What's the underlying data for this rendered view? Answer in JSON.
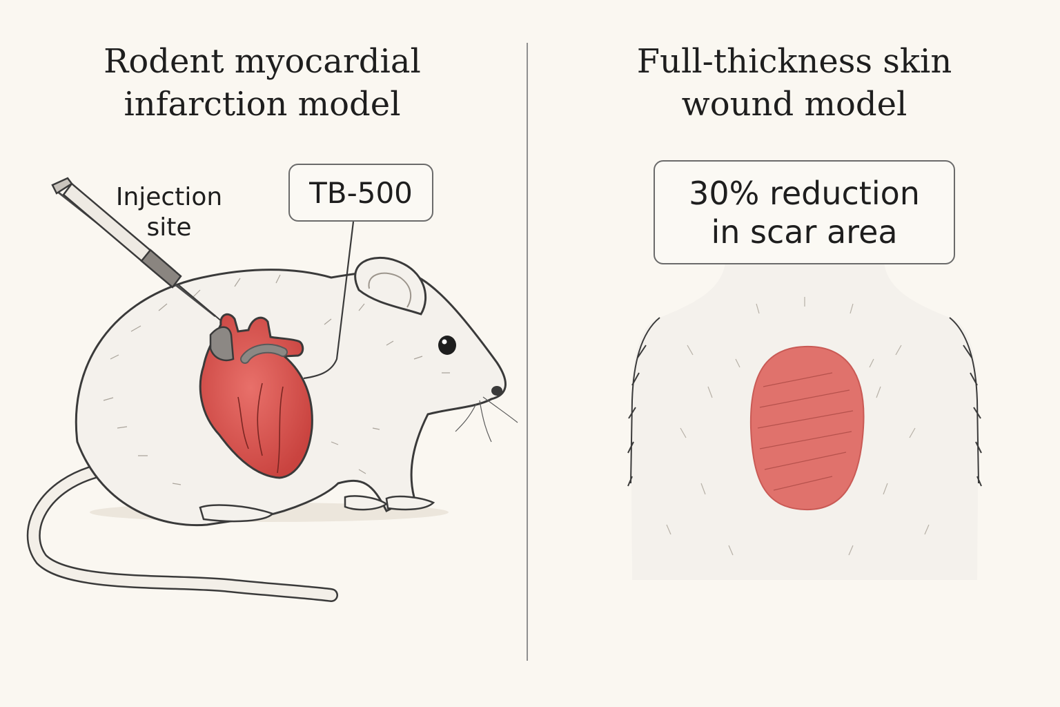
{
  "left_panel": {
    "title": [
      "Rodent myocardial",
      "infarction model"
    ],
    "injection_label": [
      "Injection",
      "site"
    ],
    "callout": "TB-500"
  },
  "right_panel": {
    "title": [
      "Full-thickness skin",
      "wound model"
    ],
    "callout": [
      "30% reduction",
      "in scar area"
    ]
  },
  "colors": {
    "background": "#faf7f1",
    "heart_red": "#d9534f",
    "wound_red": "#e0726c",
    "line_gray": "#5a5a5a",
    "fur_white": "#f4f1ec"
  },
  "icons": [
    "syringe-icon",
    "rat-icon",
    "heart-icon",
    "wound-icon"
  ]
}
